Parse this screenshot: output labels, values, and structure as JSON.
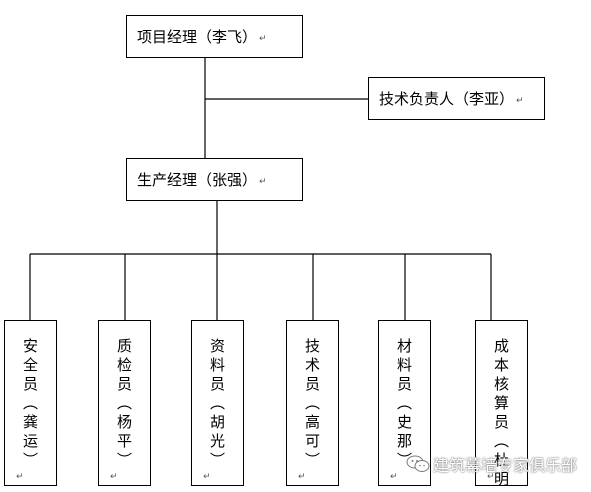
{
  "nodes": {
    "pm": {
      "label": "项目经理（李飞）"
    },
    "tech_lead": {
      "label": "技术负责人（李亚）"
    },
    "prod_mgr": {
      "label": "生产经理（张强）"
    },
    "staff": [
      {
        "label": "安全员（龚运）"
      },
      {
        "label": "质检员（杨平）"
      },
      {
        "label": "资料员（胡光）"
      },
      {
        "label": "技术员（高可）"
      },
      {
        "label": "材料员（史那）"
      },
      {
        "label": "成本核算员（杜明）"
      }
    ]
  },
  "return_mark": "↵",
  "watermark": {
    "text": "建筑幕墙专家俱乐部",
    "icon": "wechat-icon"
  }
}
